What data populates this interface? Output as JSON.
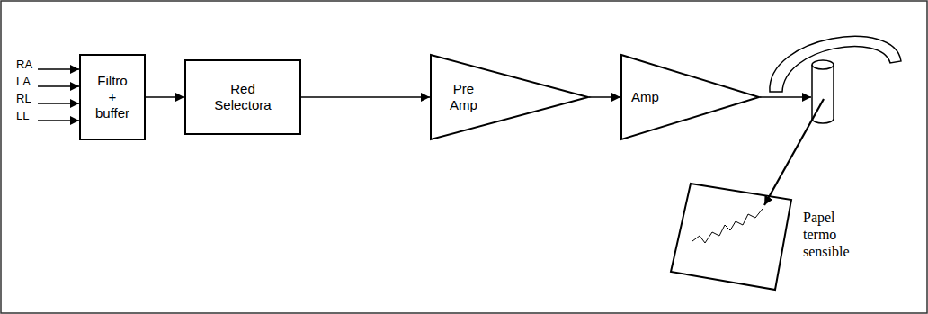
{
  "diagram": {
    "nodes": [
      {
        "text": [
          "Filtro + buffer"
        ]
      },
      {
        "text": [
          "Red Selectora"
        ]
      },
      {
        "text": [
          "Pre Amp"
        ]
      },
      {
        "text": [
          "Amp"
        ]
      }
    ],
    "edges": [
      {
        "from": 0,
        "to": 1,
        "arrow": "to"
      },
      {
        "from": 1,
        "to": 2,
        "arrow": "to"
      },
      {
        "from": 2,
        "to": 3,
        "arrow": "to"
      }
    ],
    "labels": [
      "RA",
      "LA",
      "RL",
      "LL",
      "Papel termo sensible"
    ]
  }
}
